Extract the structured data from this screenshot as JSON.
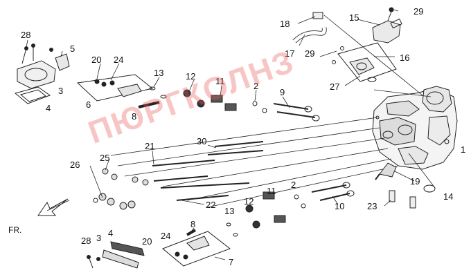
{
  "watermark": "ПЮРГКОЛНЗ",
  "direction_label": "FR.",
  "part_numbers": {
    "p29a": "29",
    "p15": "15",
    "p18": "18",
    "p17": "17",
    "p29b": "29",
    "p16": "16",
    "p27": "27",
    "p28a": "28",
    "p5": "5",
    "p3a": "3",
    "p4a": "4",
    "p20a": "20",
    "p24a": "24",
    "p6": "6",
    "p8a": "8",
    "p13a": "13",
    "p12a": "12",
    "p11a": "11",
    "p2a": "2",
    "p9": "9",
    "p1": "1",
    "p30": "30",
    "p21": "21",
    "p25": "25",
    "p26": "26",
    "p22": "22",
    "p19": "19",
    "p14": "14",
    "p23": "23",
    "p11b": "11",
    "p2b": "2",
    "p12b": "12",
    "p13b": "13",
    "p10": "10",
    "p8b": "8",
    "p4b": "4",
    "p3b": "3",
    "p28b": "28",
    "p20b": "20",
    "p24b": "24",
    "p7": "7"
  },
  "colors": {
    "line": "#222222",
    "watermark": "#ec5a5a"
  }
}
